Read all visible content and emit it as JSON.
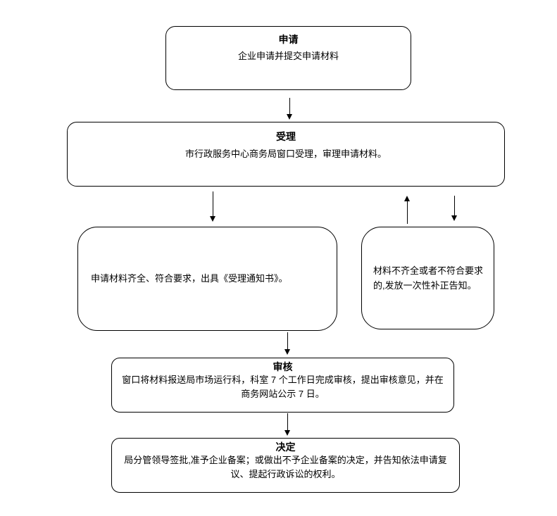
{
  "colors": {
    "background": "#ffffff",
    "node_border": "#000000",
    "node_fill": "#ffffff",
    "text": "#000000",
    "arrow": "#000000"
  },
  "nodes": {
    "apply": {
      "title": "申请",
      "body": "企业申请并提交申请材料"
    },
    "accept": {
      "title": "受理",
      "body": "市行政服务中心商务局窗口受理，审理申请材料。"
    },
    "complete": {
      "body": "申请材料齐全、符合要求，出具《受理通知书》。"
    },
    "incomplete": {
      "body": "材料不齐全或者不符合要求的,发放一次性补正告知。"
    },
    "review": {
      "title": "审核",
      "body": "窗口将材料报送局市场运行科，科室 7 个工作日完成审核，提出审核意见，并在商务网站公示 7 日。"
    },
    "decide": {
      "title": "决定",
      "body": "局分管领导签批,准予企业备案；或做出不予企业备案的决定，并告知依法申请复议、提起行政诉讼的权利。"
    }
  }
}
